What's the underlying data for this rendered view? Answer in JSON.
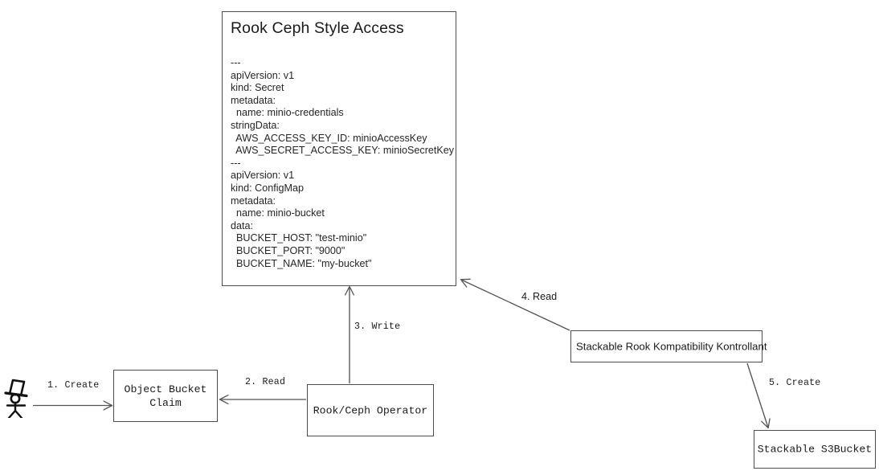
{
  "diagram": {
    "title_node": {
      "heading": "Rook Ceph Style Access",
      "yaml_lines": [
        "---",
        "apiVersion: v1",
        "kind: Secret",
        "metadata:",
        "  name: minio-credentials",
        "stringData:",
        "  AWS_ACCESS_KEY_ID: minioAccessKey",
        "  AWS_SECRET_ACCESS_KEY: minioSecretKey",
        "---",
        "apiVersion: v1",
        "kind: ConfigMap",
        "metadata:",
        "  name: minio-bucket",
        "data:",
        "  BUCKET_HOST: \"test-minio\"",
        "  BUCKET_PORT: \"9000\"",
        "  BUCKET_NAME: \"my-bucket\""
      ]
    },
    "nodes": {
      "actor": "user-stick-figure-with-top-hat",
      "object_bucket_claim": "Object Bucket\nClaim",
      "rook_ceph_operator": "Rook/Ceph Operator",
      "stackable_kontrollant": "Stackable Rook Kompatibility Kontrollant",
      "stackable_s3bucket": "Stackable S3Bucket"
    },
    "edges": [
      {
        "id": "e1",
        "label": "1. Create",
        "from": "actor",
        "to": "object_bucket_claim"
      },
      {
        "id": "e2",
        "label": "2. Read",
        "from": "rook_ceph_operator",
        "to": "object_bucket_claim"
      },
      {
        "id": "e3",
        "label": "3. Write",
        "from": "rook_ceph_operator",
        "to": "title_node"
      },
      {
        "id": "e4",
        "label": "4. Read",
        "from": "stackable_kontrollant",
        "to": "title_node"
      },
      {
        "id": "e5",
        "label": "5. Create",
        "from": "stackable_kontrollant",
        "to": "stackable_s3bucket"
      }
    ],
    "colors": {
      "background": "#ffffff",
      "box_stroke": "#4d4d4d",
      "arrow_stroke": "#545454",
      "text": "#1a1a1a"
    }
  }
}
